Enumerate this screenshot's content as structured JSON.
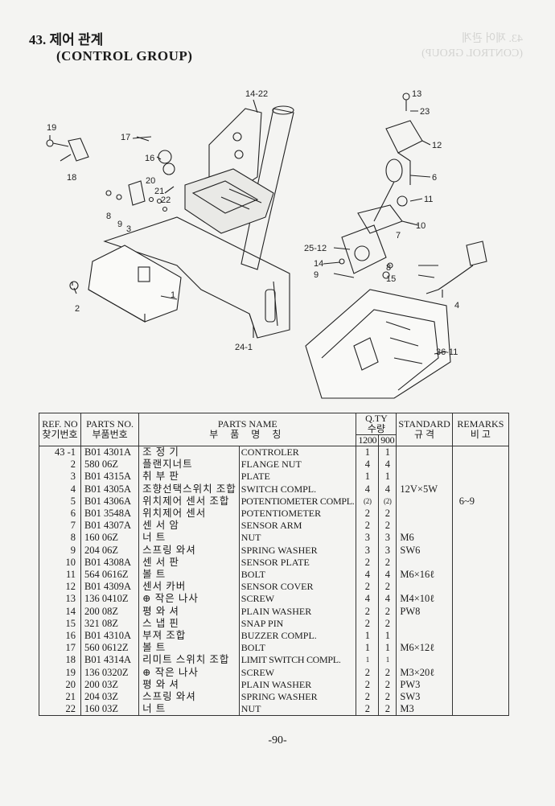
{
  "section": {
    "number": "43.",
    "korean_title": "제어 관계",
    "english_title": "(CONTROL GROUP)"
  },
  "bleed_through": {
    "line1": "43. 제어 관계",
    "line2": "(CONTROL GROUP)"
  },
  "diagram_labels": [
    "14-22",
    "13",
    "23",
    "12",
    "19",
    "17",
    "16",
    "6",
    "18",
    "20",
    "21",
    "22",
    "11",
    "8",
    "9",
    "3",
    "10",
    "7",
    "25-12",
    "14",
    "9",
    "8",
    "15",
    "4",
    "2",
    "1",
    "24-1",
    "36-11"
  ],
  "table": {
    "headers": {
      "ref_en": "REF. NO",
      "ref_kr": "찾기번호",
      "pno_en": "PARTS NO.",
      "pno_kr": "부품번호",
      "name_en": "PARTS NAME",
      "name_kr": "부 품 명 칭",
      "qty_en": "Q.TY",
      "qty_kr": "수량",
      "qty_a": "1200",
      "qty_b": "900",
      "std_en": "STANDARD",
      "std_kr": "규 격",
      "rem_en": "REMARKS",
      "rem_kr": "비 고"
    },
    "rows": [
      {
        "ref": "43 -1",
        "pno": "B01 4301A",
        "kn": "조 정 기",
        "en": "CONTROLER",
        "q1": "1",
        "q2": "1",
        "std": "",
        "rem": ""
      },
      {
        "ref": "2",
        "pno": "580 06Z",
        "kn": "플랜지너트",
        "en": "FLANGE NUT",
        "q1": "4",
        "q2": "4",
        "std": "",
        "rem": ""
      },
      {
        "ref": "3",
        "pno": "B01 4315A",
        "kn": "취 부 판",
        "en": "PLATE",
        "q1": "1",
        "q2": "1",
        "std": "",
        "rem": ""
      },
      {
        "ref": "4",
        "pno": "B01 4305A",
        "kn": "조향선택스위치 조합",
        "en": "SWITCH COMPL.",
        "q1": "4",
        "q2": "4",
        "std": "12V×5W",
        "rem": ""
      },
      {
        "ref": "5",
        "pno": "B01 4306A",
        "kn": "위치제어 센서 조합",
        "en": "POTENTIOMETER COMPL.",
        "q1": "(2)",
        "q2": "(2)",
        "std": "",
        "rem": "6~9",
        "small": true
      },
      {
        "ref": "6",
        "pno": "B01 3548A",
        "kn": "위치제어 센서",
        "en": "POTENTIOMETER",
        "q1": "2",
        "q2": "2",
        "std": "",
        "rem": ""
      },
      {
        "ref": "7",
        "pno": "B01 4307A",
        "kn": "센 서 암",
        "en": "SENSOR ARM",
        "q1": "2",
        "q2": "2",
        "std": "",
        "rem": ""
      },
      {
        "ref": "8",
        "pno": "160 06Z",
        "kn": "너 트",
        "en": "NUT",
        "q1": "3",
        "q2": "3",
        "std": "M6",
        "rem": ""
      },
      {
        "ref": "9",
        "pno": "204 06Z",
        "kn": "스프링 와셔",
        "en": "SPRING WASHER",
        "q1": "3",
        "q2": "3",
        "std": "SW6",
        "rem": ""
      },
      {
        "ref": "10",
        "pno": "B01 4308A",
        "kn": "센 서 판",
        "en": "SENSOR PLATE",
        "q1": "2",
        "q2": "2",
        "std": "",
        "rem": ""
      },
      {
        "ref": "11",
        "pno": "564 0616Z",
        "kn": "볼 트",
        "en": "BOLT",
        "q1": "4",
        "q2": "4",
        "std": "M6×16ℓ",
        "rem": ""
      },
      {
        "ref": "12",
        "pno": "B01 4309A",
        "kn": "센서 카버",
        "en": "SENSOR COVER",
        "q1": "2",
        "q2": "2",
        "std": "",
        "rem": ""
      },
      {
        "ref": "13",
        "pno": "136 0410Z",
        "kn": "⊕ 작은 나사",
        "en": "SCREW",
        "q1": "4",
        "q2": "4",
        "std": "M4×10ℓ",
        "rem": ""
      },
      {
        "ref": "14",
        "pno": "200 08Z",
        "kn": "평 와 셔",
        "en": "PLAIN WASHER",
        "q1": "2",
        "q2": "2",
        "std": "PW8",
        "rem": ""
      },
      {
        "ref": "15",
        "pno": "321 08Z",
        "kn": "스 냅 핀",
        "en": "SNAP PIN",
        "q1": "2",
        "q2": "2",
        "std": "",
        "rem": ""
      },
      {
        "ref": "16",
        "pno": "B01 4310A",
        "kn": "부져 조합",
        "en": "BUZZER COMPL.",
        "q1": "1",
        "q2": "1",
        "std": "",
        "rem": ""
      },
      {
        "ref": "17",
        "pno": "560 0612Z",
        "kn": "볼 트",
        "en": "BOLT",
        "q1": "1",
        "q2": "1",
        "std": "M6×12ℓ",
        "rem": ""
      },
      {
        "ref": "18",
        "pno": "B01 4314A",
        "kn": "리미트 스위치 조합",
        "en": "LIMIT SWITCH COMPL.",
        "q1": "1",
        "q2": "1",
        "std": "",
        "rem": "",
        "small": true
      },
      {
        "ref": "19",
        "pno": "136 0320Z",
        "kn": "⊕ 작은 나사",
        "en": "SCREW",
        "q1": "2",
        "q2": "2",
        "std": "M3×20ℓ",
        "rem": ""
      },
      {
        "ref": "20",
        "pno": "200 03Z",
        "kn": "평 와 셔",
        "en": "PLAIN WASHER",
        "q1": "2",
        "q2": "2",
        "std": "PW3",
        "rem": ""
      },
      {
        "ref": "21",
        "pno": "204 03Z",
        "kn": "스프링 와셔",
        "en": "SPRING WASHER",
        "q1": "2",
        "q2": "2",
        "std": "SW3",
        "rem": ""
      },
      {
        "ref": "22",
        "pno": "160 03Z",
        "kn": "너 트",
        "en": "NUT",
        "q1": "2",
        "q2": "2",
        "std": "M3",
        "rem": ""
      }
    ]
  },
  "page_number": "-90-"
}
